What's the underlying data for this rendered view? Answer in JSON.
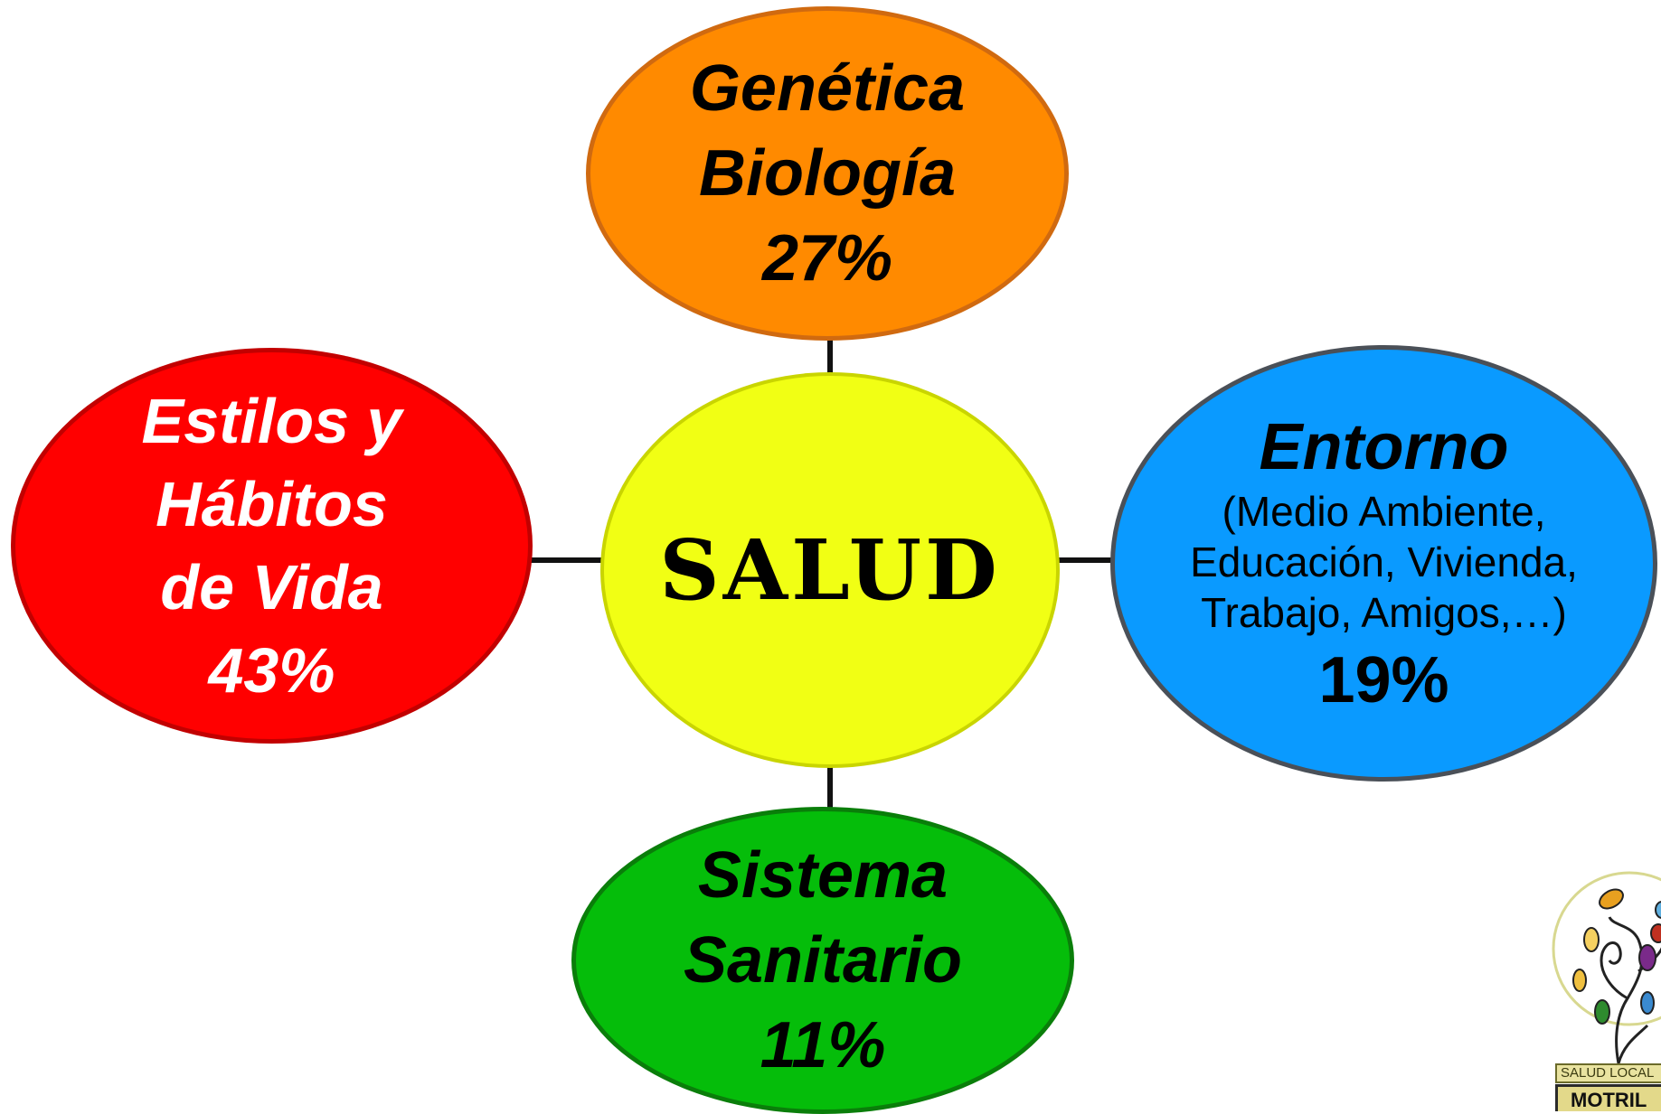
{
  "center": {
    "label": "SALUD"
  },
  "factors": {
    "genetica": {
      "line1": "Genética",
      "line2": "Biología",
      "percent": "27%",
      "color": "#ff8a00"
    },
    "estilos": {
      "line1": "Estilos y",
      "line2": "Hábitos",
      "line3": "de Vida",
      "percent": "43%",
      "color": "#ff0000"
    },
    "entorno": {
      "title": "Entorno",
      "detail_line1": "(Medio Ambiente,",
      "detail_line2": "Educación, Vivienda,",
      "detail_line3": "Trabajo, Amigos,…)",
      "percent": "19%",
      "color": "#0a9aff"
    },
    "sistema": {
      "line1": "Sistema",
      "line2": "Sanitario",
      "percent": "11%",
      "color": "#05bd0a"
    }
  },
  "center_color": "#f1ff14",
  "logo": {
    "banner_text": "SALUD LOCAL",
    "plaque_text": "MOTRIL"
  }
}
